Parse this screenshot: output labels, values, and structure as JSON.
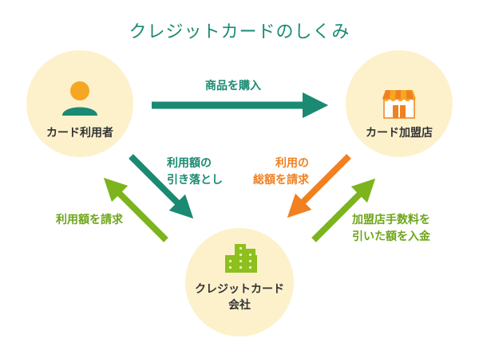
{
  "title": "クレジットカードのしくみ",
  "nodes": {
    "user": {
      "label": "カード利用者",
      "icon": "person-icon"
    },
    "merchant": {
      "label": "カード加盟店",
      "icon": "store-icon"
    },
    "company": {
      "label_line1": "クレジットカード",
      "label_line2": "会社",
      "icon": "building-icon"
    }
  },
  "flows": {
    "purchase": {
      "label": "商品を購入",
      "color": "#1a8a72"
    },
    "debit": {
      "label_line1": "利用額の",
      "label_line2": "引き落とし",
      "color": "#1a8a72"
    },
    "bill_total": {
      "label_line1": "利用の",
      "label_line2": "総額を請求",
      "color": "#f08020"
    },
    "bill_user": {
      "label": "利用額を請求",
      "color": "#7db41e"
    },
    "payout": {
      "label_line1": "加盟店手数料を",
      "label_line2": "引いた額を入金",
      "color": "#7db41e"
    }
  },
  "colors": {
    "title": "#1a8a72",
    "circle": "#fdf1cc",
    "teal": "#1a8a72",
    "orange": "#f08020",
    "green": "#7db41e",
    "yellow_orange": "#f5a623"
  }
}
